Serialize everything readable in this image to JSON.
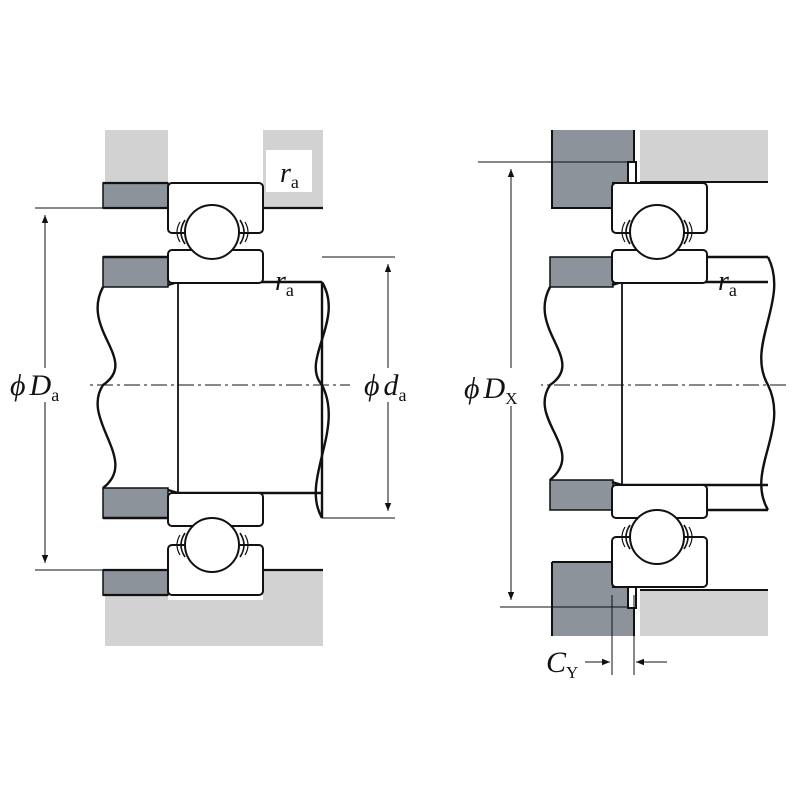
{
  "left_view": {
    "ra_housing": {
      "sym": "r",
      "sub": "a"
    },
    "ra_shaft": {
      "sym": "r",
      "sub": "a"
    },
    "da_outer": {
      "phi": "ϕ",
      "sym": "D",
      "sub": "a"
    },
    "da_inner": {
      "phi": "ϕ",
      "sym": "d",
      "sub": "a"
    }
  },
  "right_view": {
    "ra_shaft": {
      "sym": "r",
      "sub": "a"
    },
    "dx": {
      "phi": "ϕ",
      "sym": "D",
      "sub": "X"
    },
    "cy": {
      "sym": "C",
      "sub": "Y"
    }
  },
  "colors": {
    "housing_light": "#d2d2d2",
    "housing_dark": "#8c939b",
    "line": "#111111",
    "background": "#ffffff"
  }
}
